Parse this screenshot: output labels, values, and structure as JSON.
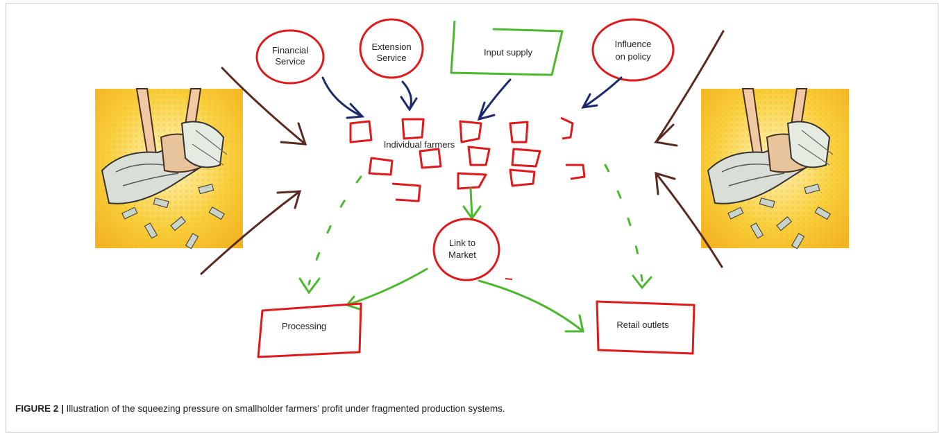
{
  "diagram": {
    "service_nodes": [
      "Financial\nService",
      "Extension\nService",
      "Input supply",
      "Influence\non policy"
    ],
    "center_label": "Individual farmers",
    "link_node": "Link to\nMarket",
    "outputs": [
      "Processing",
      "Retail outlets"
    ],
    "colors": {
      "red": "#e0191b",
      "green": "#4cb82e",
      "navy": "#1c2a6b",
      "brown": "#5a2a22",
      "panel": "#f6c12b"
    }
  },
  "caption": {
    "label": "FIGURE 2 |",
    "text": " Illustration of the squeezing pressure on smallholder farmers’ profit under fragmented production systems."
  }
}
